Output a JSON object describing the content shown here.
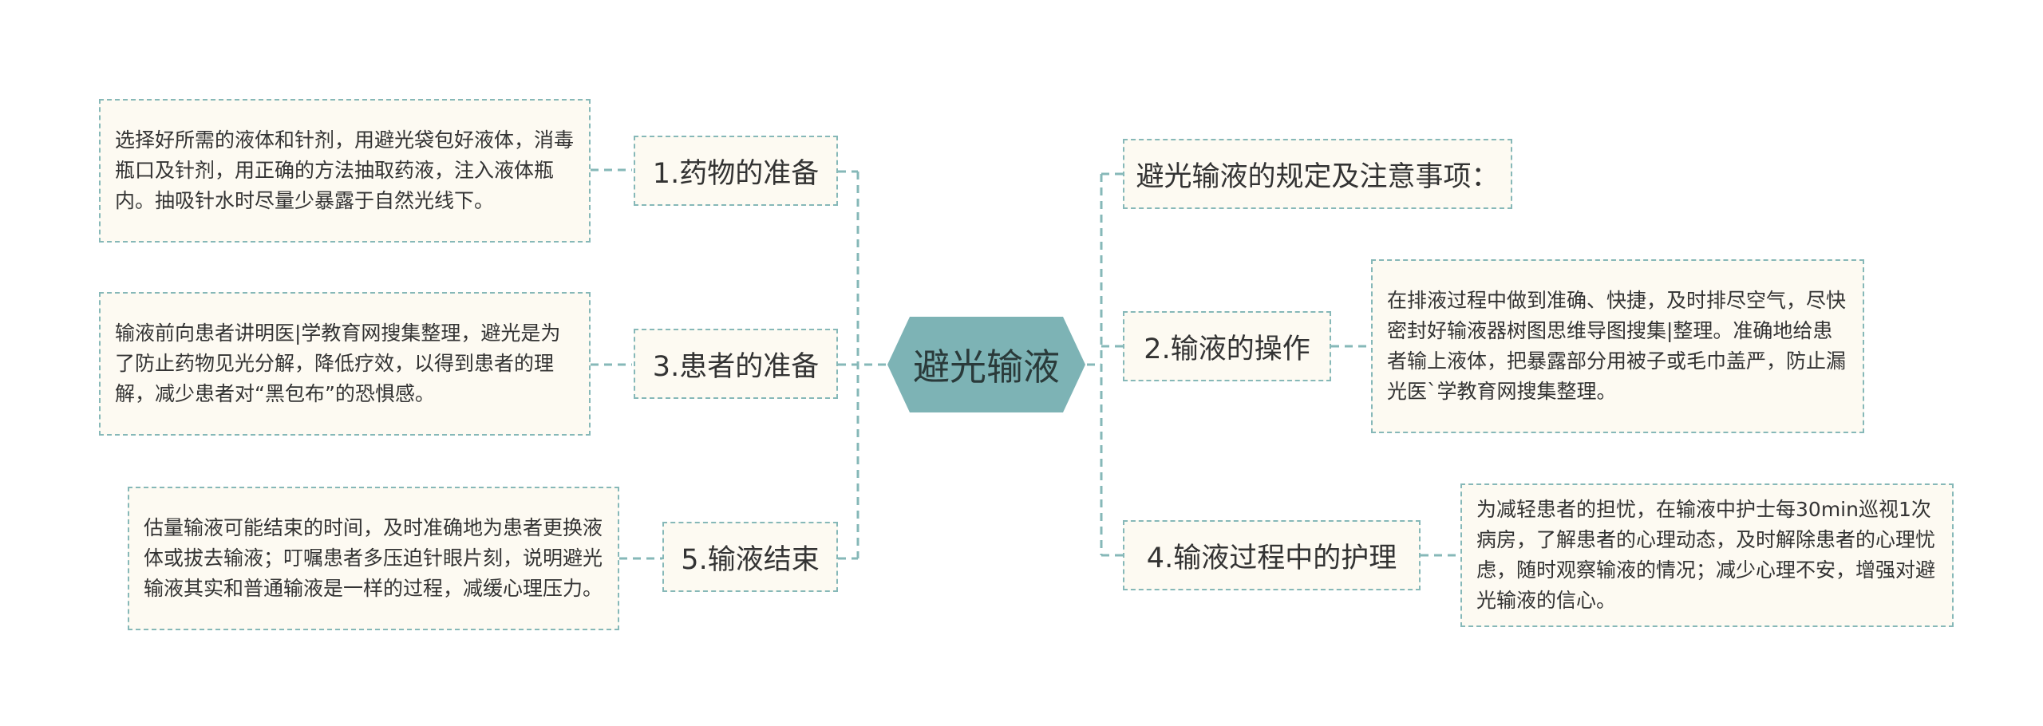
{
  "center": {
    "label": "避光输液"
  },
  "colors": {
    "line": "#86b8b8",
    "node_fill": "#fdfaf2",
    "center_fill": "#7db3b5"
  },
  "left_branches": [
    {
      "label": "1.药物的准备",
      "detail": "选择好所需的液体和针剂，用避光袋包好液体，消毒瓶口及针剂，用正确的方法抽取药液，注入液体瓶内。抽吸针水时尽量少暴露于自然光线下。"
    },
    {
      "label": "3.患者的准备",
      "detail": "输液前向患者讲明医|学教育网搜集整理，避光是为了防止药物见光分解，降低疗效，以得到患者的理解，减少患者对“黑包布”的恐惧感。"
    },
    {
      "label": "5.输液结束",
      "detail": "估量输液可能结束的时间，及时准确地为患者更换液体或拔去输液；叮嘱患者多压迫针眼片刻，说明避光输液其实和普通输液是一样的过程，减缓心理压力。"
    }
  ],
  "right_branches": [
    {
      "label": "避光输液的规定及注意事项："
    },
    {
      "label": "2.输液的操作",
      "detail": "在排液过程中做到准确、快捷，及时排尽空气，尽快密封好输液器树图思维导图搜集|整理。准确地给患者输上液体，把暴露部分用被子或毛巾盖严，防止漏光医`学教育网搜集整理。"
    },
    {
      "label": "4.输液过程中的护理",
      "detail": "为减轻患者的担忧，在输液中护士每30min巡视1次病房，了解患者的心理动态，及时解除患者的心理忧虑，随时观察输液的情况；减少心理不安，增强对避光输液的信心。"
    }
  ]
}
